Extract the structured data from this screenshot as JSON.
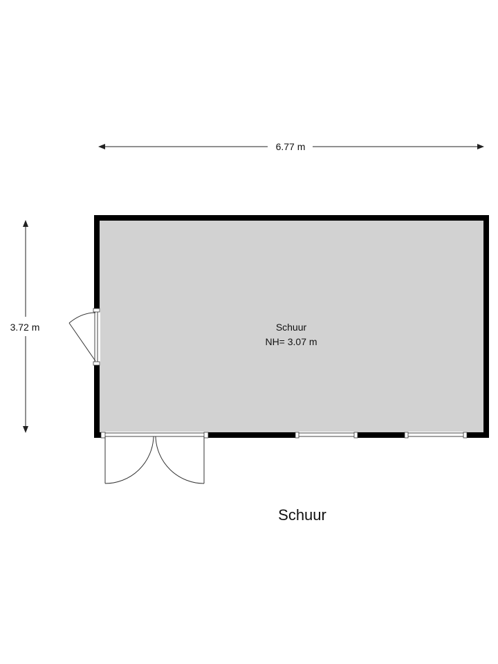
{
  "floorplan": {
    "dimensions": {
      "width_label": "6.77 m",
      "height_label": "3.72 m"
    },
    "room": {
      "name": "Schuur",
      "height_note": "NH= 3.07 m"
    },
    "caption": "Schuur"
  },
  "colors": {
    "wall": "#000000",
    "floor": "#d2d2d2",
    "line": "#222222",
    "background": "#ffffff"
  }
}
